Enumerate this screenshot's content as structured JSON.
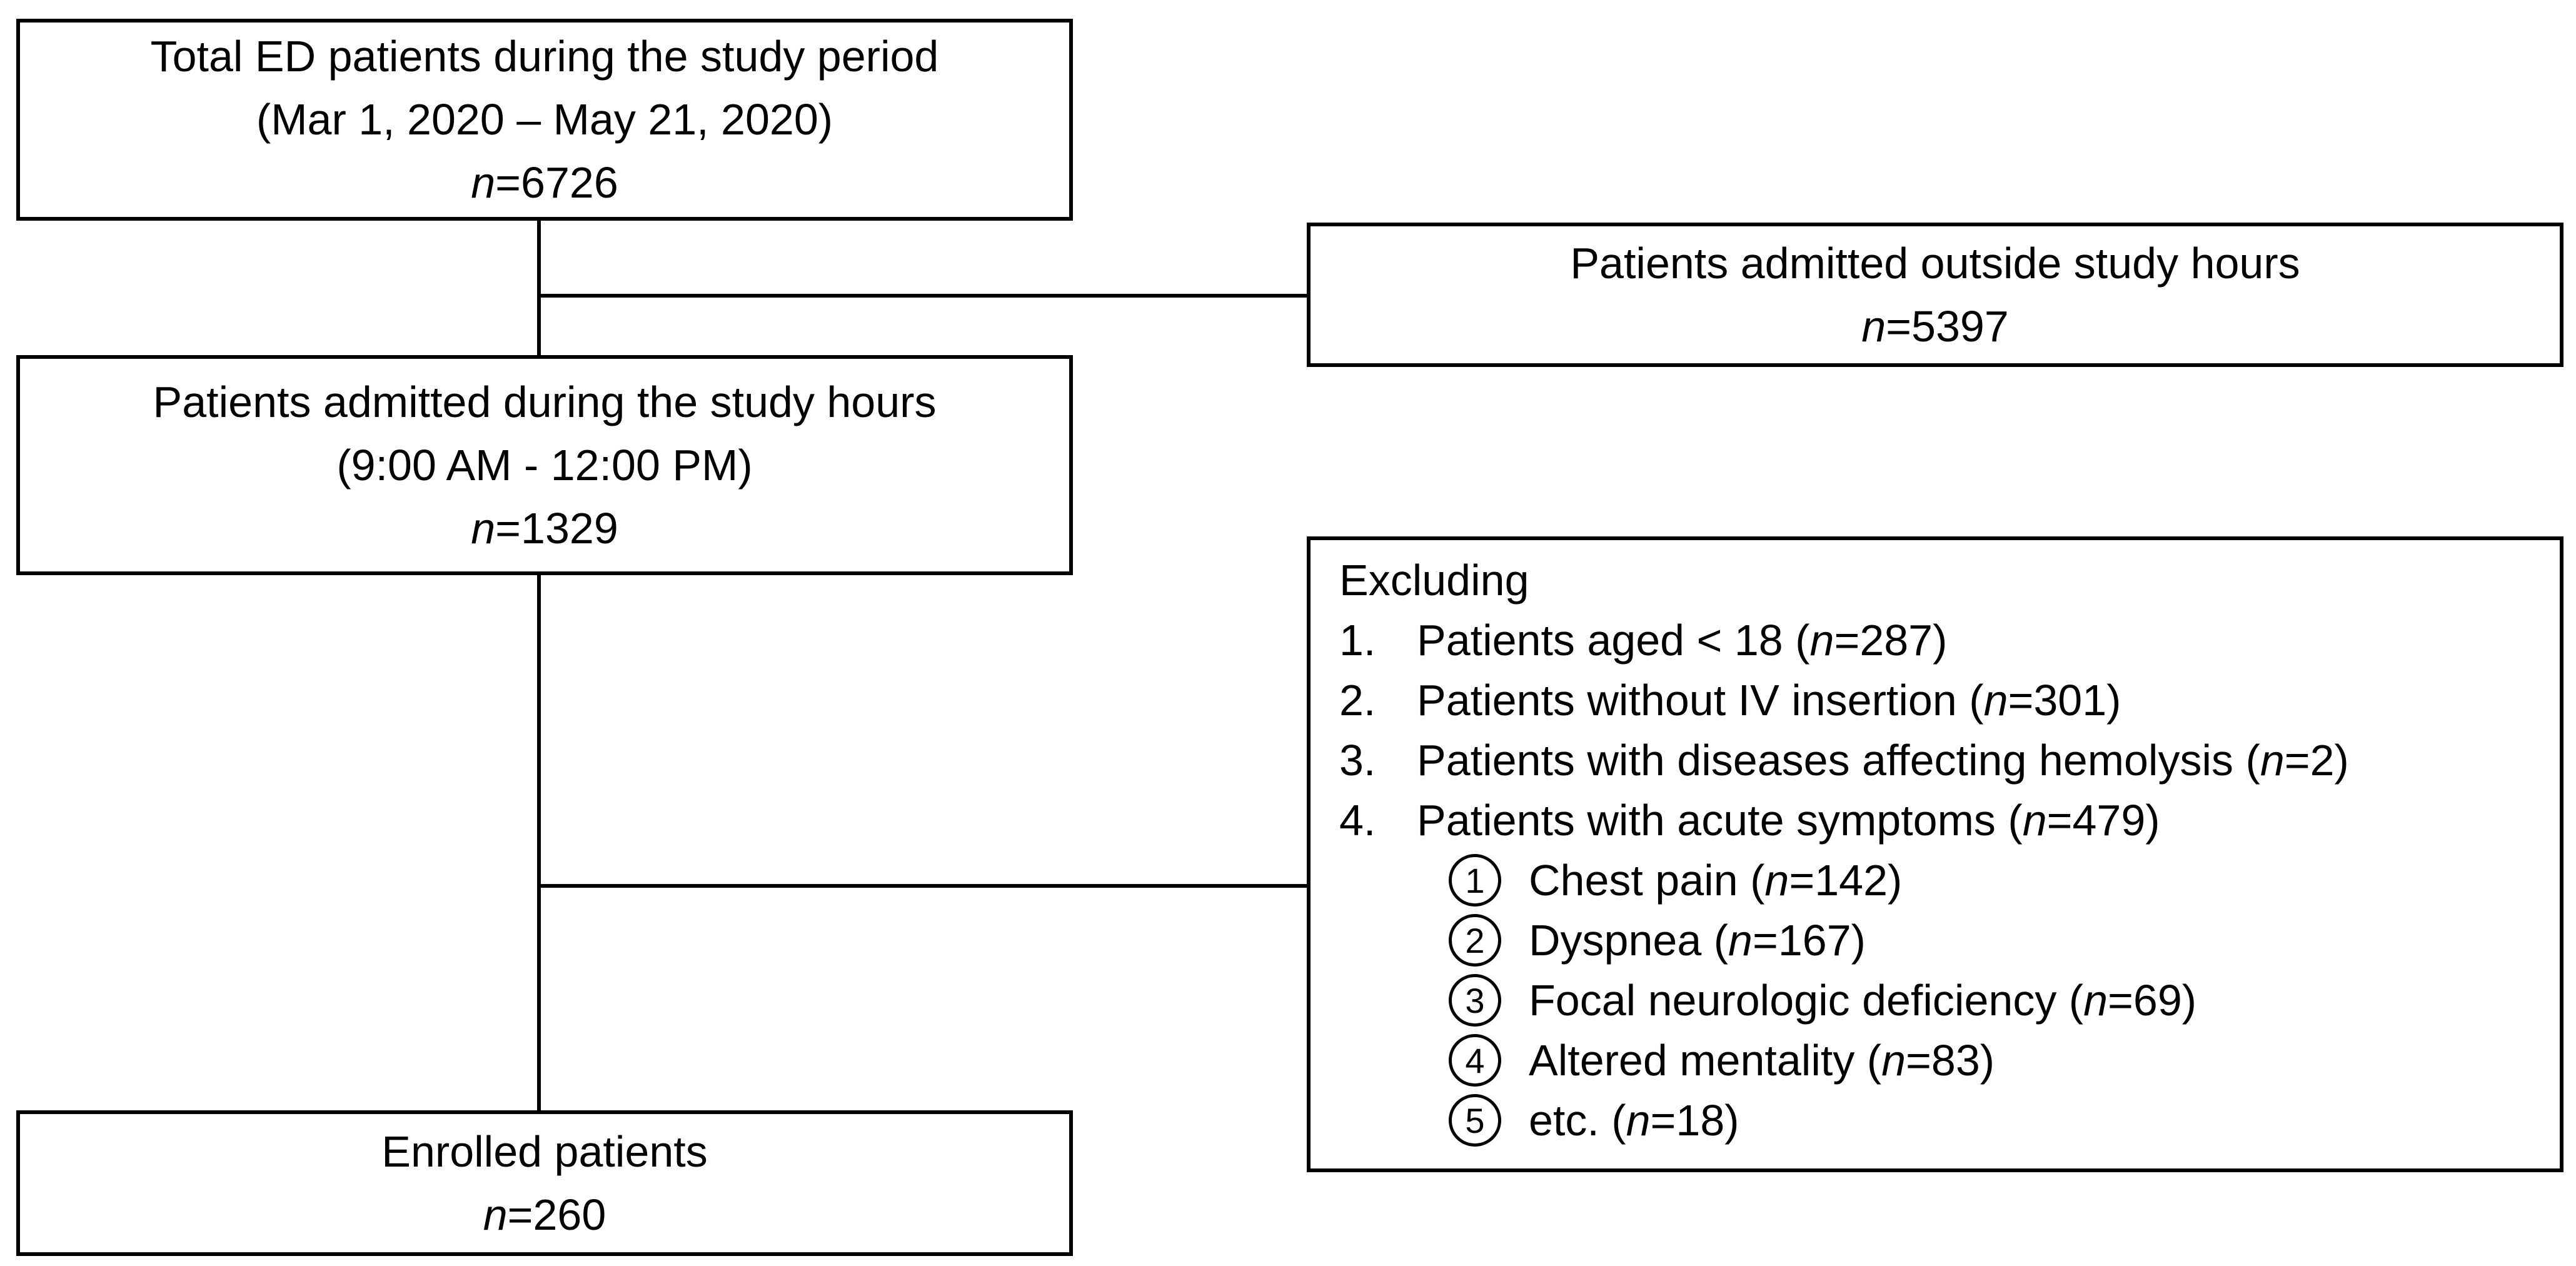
{
  "boxes": {
    "total_ed": {
      "line1": "Total ED patients during the study period",
      "line2": "(Mar 1, 2020 – May 21, 2020)",
      "n_italic": "n",
      "n_rest": "=6726"
    },
    "outside_hours": {
      "line1": "Patients admitted outside study hours",
      "n_italic": "n",
      "n_rest": "=5397"
    },
    "during_hours": {
      "line1": "Patients admitted during the study hours",
      "line2": "(9:00 AM - 12:00 PM)",
      "n_italic": "n",
      "n_rest": "=1329"
    },
    "excluding": {
      "title": "Excluding",
      "items": [
        {
          "num": "1.",
          "text": "Patients aged < 18 (",
          "n": "n",
          "rest": "=287)"
        },
        {
          "num": "2.",
          "text": "Patients without IV insertion (",
          "n": "n",
          "rest": "=301)"
        },
        {
          "num": "3.",
          "text": "Patients with diseases affecting hemolysis (",
          "n": "n",
          "rest": "=2)"
        },
        {
          "num": "4.",
          "text": "Patients with acute symptoms (",
          "n": "n",
          "rest": "=479)"
        }
      ],
      "sub_items": [
        {
          "num": "1",
          "text": "Chest pain (",
          "n": "n",
          "rest": "=142)"
        },
        {
          "num": "2",
          "text": "Dyspnea (",
          "n": "n",
          "rest": "=167)"
        },
        {
          "num": "3",
          "text": "Focal neurologic deficiency (",
          "n": "n",
          "rest": "=69)"
        },
        {
          "num": "4",
          "text": "Altered mentality (",
          "n": "n",
          "rest": "=83)"
        },
        {
          "num": "5",
          "text": "etc. (",
          "n": "n",
          "rest": "=18)"
        }
      ]
    },
    "enrolled": {
      "line1": "Enrolled patients",
      "n_italic": "n",
      "n_rest": "=260"
    }
  }
}
